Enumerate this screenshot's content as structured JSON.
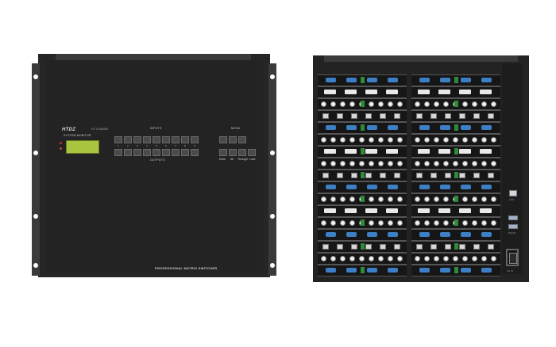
{
  "front": {
    "logo": "HTDZ",
    "model": "HT-VGA0808",
    "monitor_label": "SYSTEM MONITOR",
    "inputs_label": "INPUTS",
    "outputs_label": "OUTPUTS",
    "menu_label": "MENU",
    "input_numbers": [
      "1",
      "2",
      "3",
      "4",
      "5",
      "6",
      "7",
      "8",
      "9"
    ],
    "menu_labels": [
      "Enter",
      "All",
      "Through",
      "Lock"
    ],
    "product_line": "PROFESSIONAL MATRIX SWITCHER"
  },
  "rear": {
    "lan_label": "LAN",
    "rs232_label": "RS232",
    "power_label": "AC IN"
  },
  "colors": {
    "chassis": "#262626",
    "lcd": "#a9c53f",
    "vga_port": "#3d7fc4",
    "pcb": "#2f8a3a"
  }
}
